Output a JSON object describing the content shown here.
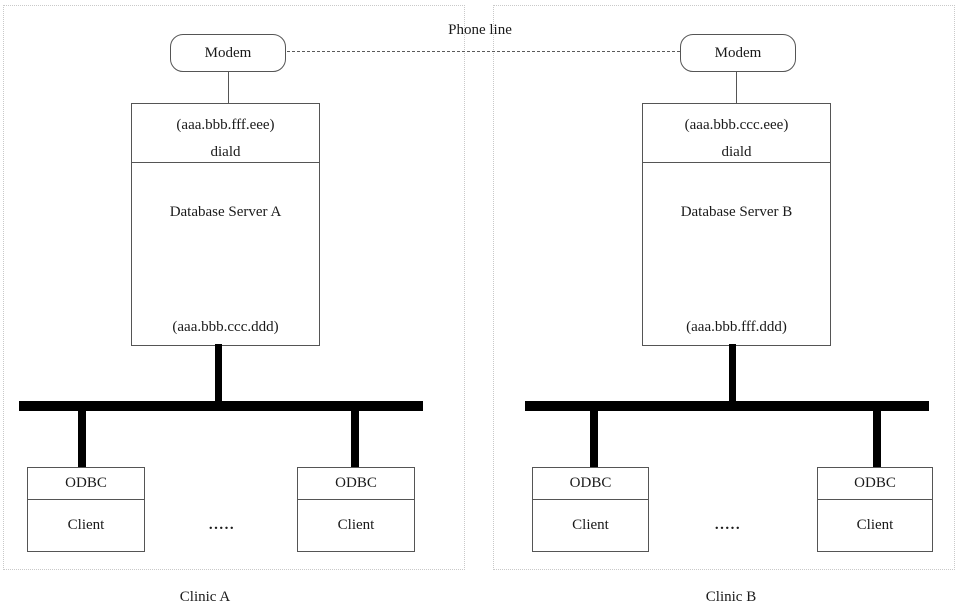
{
  "phone_line_label": "Phone line",
  "clinics": [
    {
      "label": "Clinic A",
      "modem": "Modem",
      "server": {
        "wan_ip": "(aaa.bbb.fff.eee)",
        "daemon": "diald",
        "name": "Database Server A",
        "lan_ip": "(aaa.bbb.ccc.ddd)"
      },
      "clients": [
        {
          "top": "ODBC",
          "bottom": "Client"
        },
        {
          "top": "ODBC",
          "bottom": "Client"
        }
      ],
      "ellipsis": "....."
    },
    {
      "label": "Clinic B",
      "modem": "Modem",
      "server": {
        "wan_ip": "(aaa.bbb.ccc.eee)",
        "daemon": "diald",
        "name": "Database Server B",
        "lan_ip": "(aaa.bbb.fff.ddd)"
      },
      "clients": [
        {
          "top": "ODBC",
          "bottom": "Client"
        },
        {
          "top": "ODBC",
          "bottom": "Client"
        }
      ],
      "ellipsis": "....."
    }
  ],
  "colors": {
    "box_border": "#555555",
    "bus": "#000000",
    "frame_dotted": "#c9c9c9",
    "background": "#ffffff"
  }
}
